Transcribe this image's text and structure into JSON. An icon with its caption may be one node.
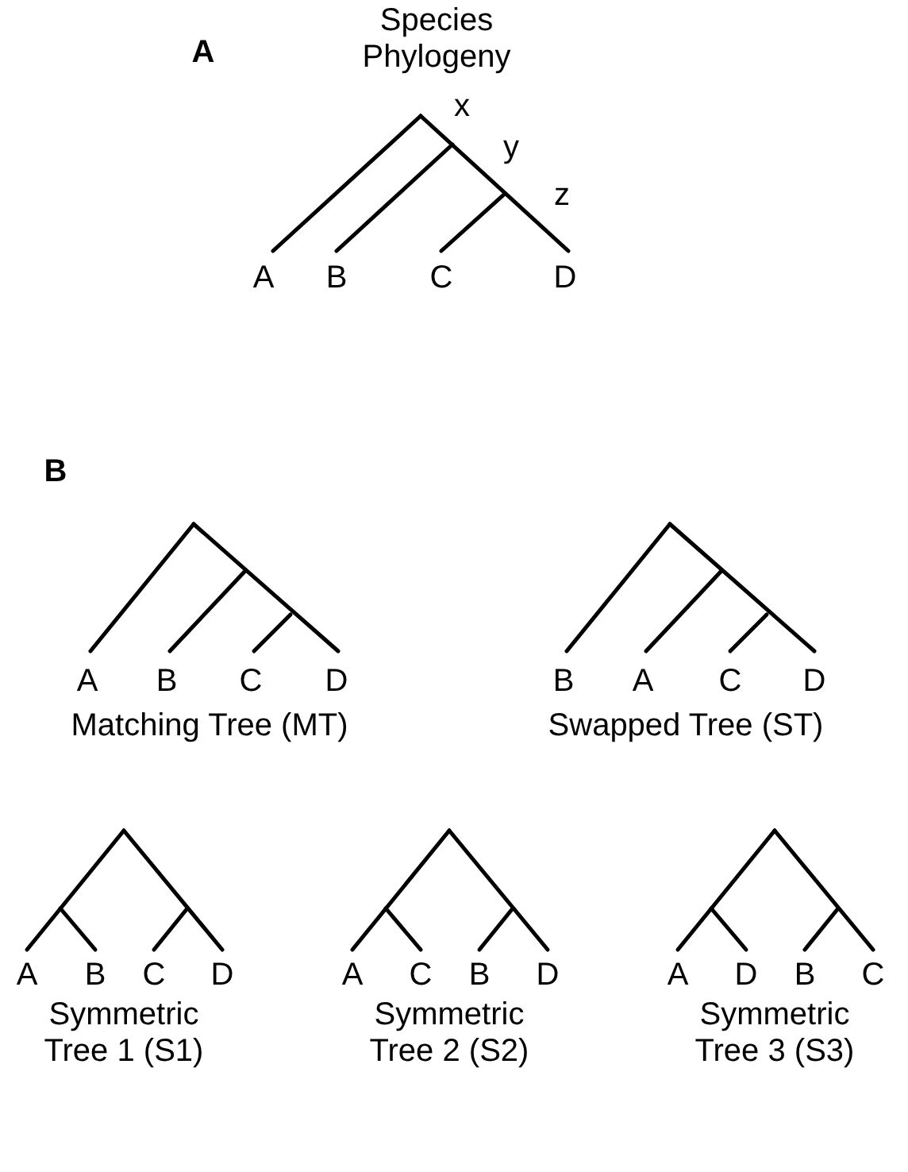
{
  "diagram": {
    "labels": [
      "A",
      "Species Phylogeny",
      "x",
      "y",
      "z",
      "A",
      "B",
      "C",
      "D",
      "B",
      "A",
      "B",
      "C",
      "D",
      "B",
      "A",
      "C",
      "D",
      "Matching Tree (MT)",
      "Swapped Tree (ST)",
      "A",
      "B",
      "C",
      "D",
      "A",
      "C",
      "B",
      "D",
      "A",
      "D",
      "B",
      "C",
      "Symmetric Tree 1 (S1)",
      "Symmetric Tree 2 (S2)",
      "Symmetric Tree 3 (S3)"
    ]
  }
}
